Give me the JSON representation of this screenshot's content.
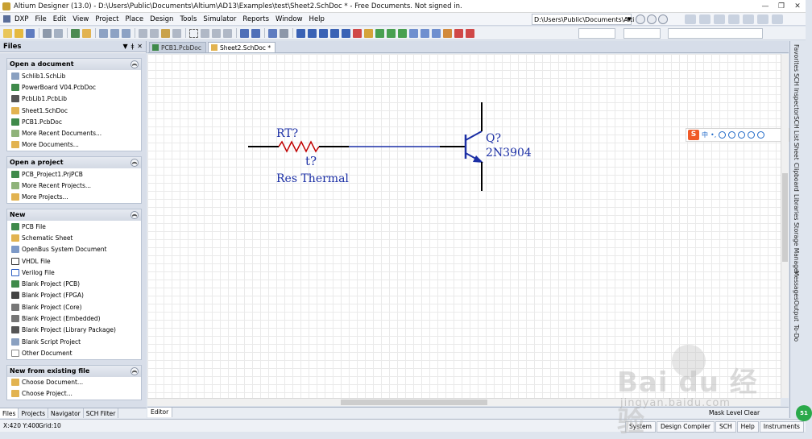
{
  "titlebar": {
    "title": "Altium Designer (13.0) - D:\\Users\\Public\\Documents\\Altium\\AD13\\Examples\\test\\Sheet2.SchDoc * - Free Documents. Not signed in.",
    "minimize": "—",
    "maximize": "❐",
    "close": "✕"
  },
  "menubar": {
    "items": [
      "DXP",
      "File",
      "Edit",
      "View",
      "Project",
      "Place",
      "Design",
      "Tools",
      "Simulator",
      "Reports",
      "Window",
      "Help"
    ],
    "path": "D:\\Users\\Public\\Documents\\Alti"
  },
  "files_panel": {
    "title": "Files",
    "controls": [
      "▼",
      "ǂ",
      "✕"
    ],
    "sections": [
      {
        "title": "Open a document",
        "items": [
          "Schlib1.SchLib",
          "PowerBoard V04.PcbDoc",
          "PcbLib1.PcbLib",
          "Sheet1.SchDoc",
          "PCB1.PcbDoc",
          "More Recent Documents...",
          "More Documents..."
        ]
      },
      {
        "title": "Open a project",
        "items": [
          "PCB_Project1.PrjPCB",
          "More Recent Projects...",
          "More Projects..."
        ]
      },
      {
        "title": "New",
        "items": [
          "PCB File",
          "Schematic Sheet",
          "OpenBus System Document",
          "VHDL File",
          "Verilog File",
          "Blank Project (PCB)",
          "Blank Project (FPGA)",
          "Blank Project (Core)",
          "Blank Project (Embedded)",
          "Blank Project (Library Package)",
          "Blank Script Project",
          "Other Document"
        ]
      },
      {
        "title": "New from existing file",
        "items": [
          "Choose Document...",
          "Choose Project..."
        ]
      }
    ],
    "bottom_tabs": [
      "Files",
      "Projects",
      "Navigator",
      "SCH Filter"
    ]
  },
  "doc_tabs": [
    "PCB1.PcbDoc",
    "Sheet2.SchDoc *"
  ],
  "schematic": {
    "resistor_designator": "RT?",
    "resistor_value": "t?",
    "resistor_comment": "Res Thermal",
    "transistor_designator": "Q?",
    "transistor_comment": "2N3904"
  },
  "right_panels": [
    "Favorites",
    "SCH Inspector",
    "SCH List",
    "Sheet",
    "Clipboard",
    "Libraries",
    "Storage Manager",
    "Messages",
    "Output",
    "To-Do"
  ],
  "ime_toolbar": {
    "logo": "S",
    "lang": "中",
    "punct": "•,"
  },
  "editor_tab": "Editor",
  "statusbar": {
    "coords": "X:420 Y:400",
    "grid": "Grid:10",
    "buttons": [
      "System",
      "Design Compiler",
      "SCH",
      "Help",
      "Instruments"
    ],
    "mask_level": "Mask Level",
    "clear": "Clear"
  },
  "watermark": {
    "text": "Bai du 经验",
    "url": "jingyan.baidu.com"
  },
  "badge": "51"
}
